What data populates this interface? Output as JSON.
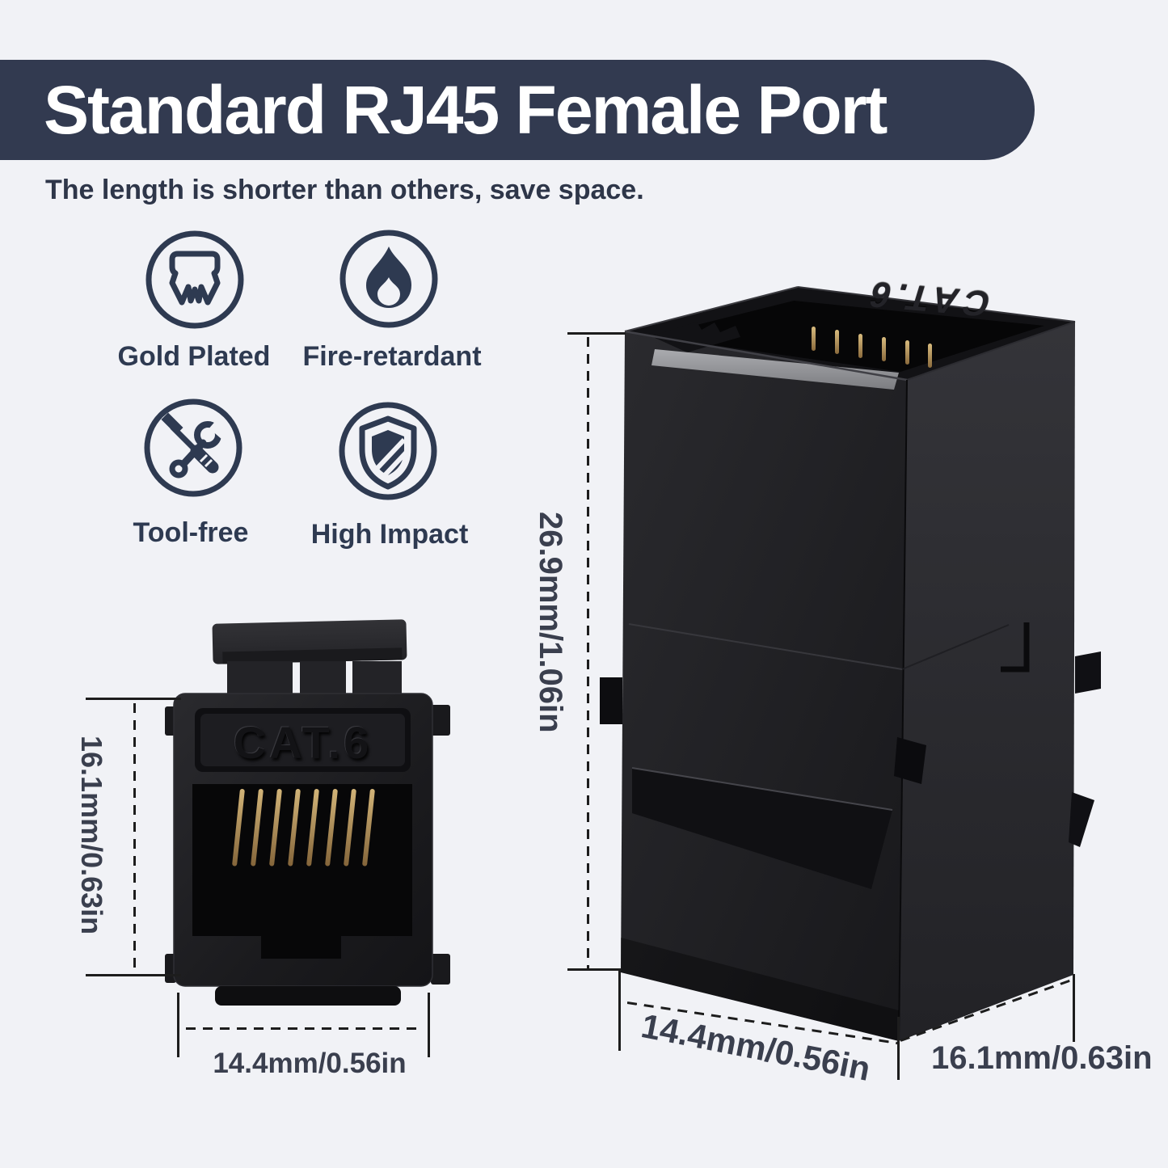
{
  "colors": {
    "background": "#f1f2f6",
    "accent_navy": "#323a50",
    "icon_navy": "#2e3a51",
    "dimension_text": "#3a3f4e",
    "pin_gold": "#b9975a",
    "product_black": "#1b1b1e"
  },
  "header": {
    "title": "Standard RJ45 Female Port",
    "subtitle": "The length is shorter than others, save space."
  },
  "features": [
    {
      "icon": "gold-plated-icon",
      "label": "Gold Plated"
    },
    {
      "icon": "fire-retardant-icon",
      "label": "Fire-retardant"
    },
    {
      "icon": "tool-free-icon",
      "label": "Tool-free"
    },
    {
      "icon": "high-impact-icon",
      "label": "High Impact"
    }
  ],
  "products": {
    "front_view": {
      "marking": "CAT.6",
      "height_label": "16.1mm/0.63in",
      "width_label": "14.4mm/0.56in"
    },
    "side_view": {
      "marking": "CAT.6",
      "height_label": "26.9mm/1.06in",
      "width_label": "14.4mm/0.56in",
      "depth_label": "16.1mm/0.63in"
    }
  }
}
